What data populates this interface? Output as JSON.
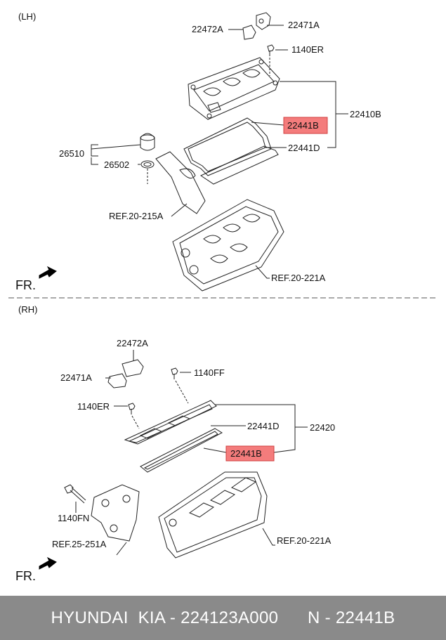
{
  "lh": {
    "section_label": "(LH)",
    "parts": {
      "p22472A": "22472A",
      "p22471A": "22471A",
      "p1140ER": "1140ER",
      "p22410B": "22410B",
      "p22441B": "22441B",
      "p22441D": "22441D",
      "p26510": "26510",
      "p26502": "26502"
    },
    "refs": {
      "r20215A": "REF.20-215A",
      "r20221A": "REF.20-221A"
    },
    "fr_label": "FR."
  },
  "rh": {
    "section_label": "(RH)",
    "parts": {
      "p22472A": "22472A",
      "p22471A": "22471A",
      "p1140FF": "1140FF",
      "p1140ER": "1140ER",
      "p22441D": "22441D",
      "p22420": "22420",
      "p22441B": "22441B",
      "p1140FN": "1140FN"
    },
    "refs": {
      "r25251A": "REF.25-251A",
      "r20221A": "REF.20-221A"
    },
    "fr_label": "FR."
  },
  "highlight_color": "#f47c7c",
  "footer": {
    "brand": "HYUNDAI",
    "text": "KIA - 224123A000",
    "part": "N - 22441B"
  }
}
